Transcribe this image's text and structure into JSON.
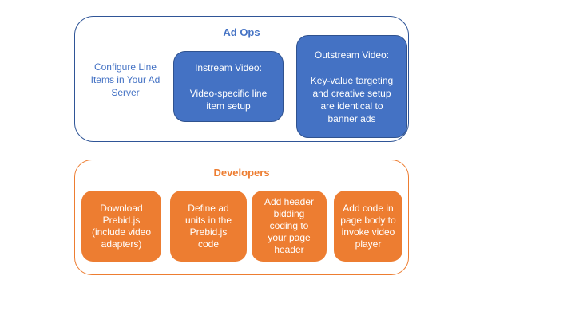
{
  "colors": {
    "background": "#FFFFFF",
    "blue_fill": "#4472C4",
    "blue_box_border": "#2F528F",
    "blue_outline": "#2F5597",
    "blue_text": "#4472C4",
    "orange_fill": "#ED7D31",
    "orange_outline": "#ED7D31",
    "orange_text": "#ED7D31",
    "box_text": "#FFFFFF"
  },
  "ad_ops": {
    "title": "Ad Ops",
    "side_note": "Configure Line\nItems in Your Ad\nServer",
    "boxes": [
      {
        "text": "Instream Video:\n\nVideo-specific line\nitem setup"
      },
      {
        "text": "Outstream Video:\n\nKey-value targeting\nand creative setup\nare identical to\nbanner ads"
      }
    ]
  },
  "developers": {
    "title": "Developers",
    "boxes": [
      {
        "text": "Download\nPrebid.js\n(include video\nadapters)"
      },
      {
        "text": "Define ad\nunits in the\nPrebid.js\ncode"
      },
      {
        "text": "Add header\nbidding\ncoding to\nyour page\nheader"
      },
      {
        "text": "Add code in\npage body to\ninvoke video\nplayer"
      }
    ]
  }
}
